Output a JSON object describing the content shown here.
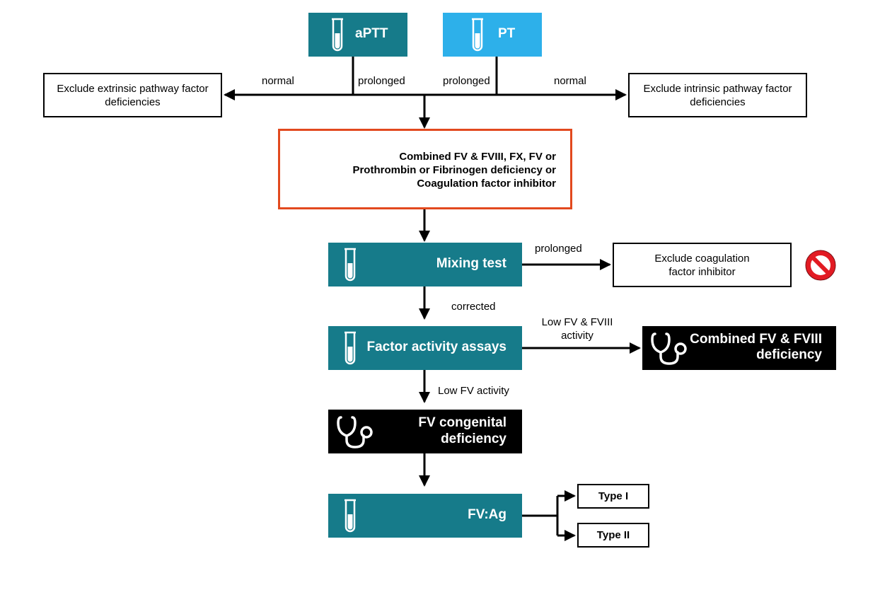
{
  "tests": {
    "aptt": "aPTT",
    "pt": "PT",
    "mixing": "Mixing test",
    "factor": "Factor activity assays",
    "fvag": "FV:Ag"
  },
  "exclude": {
    "extrinsic": "Exclude extrinsic pathway factor deficiencies",
    "intrinsic": "Exclude intrinsic pathway factor deficiencies",
    "inhibitor": "Exclude coagulation factor inhibitor"
  },
  "differential": {
    "line1": "Combined FV & FVIII, FX, FV or",
    "line2": "Prothrombin or Fibrinogen deficiency or",
    "line3": "Coagulation factor inhibitor"
  },
  "diagnoses": {
    "combined_line1": "Combined FV & FVIII",
    "combined_line2": "deficiency",
    "fv_line1": "FV congenital",
    "fv_line2": "deficiency",
    "type1": "Type I",
    "type2": "Type II"
  },
  "edges": {
    "normal_left": "normal",
    "prolonged_aptt": "prolonged",
    "prolonged_pt": "prolonged",
    "normal_right": "normal",
    "mixing_prolonged": "prolonged",
    "mixing_corrected": "corrected",
    "low_fv_fviii_1": "Low FV & FVIII",
    "low_fv_fviii_2": "activity",
    "low_fv": "Low FV activity"
  },
  "icons": {
    "test_tube": "test-tube-icon",
    "stethoscope": "stethoscope-icon",
    "prohibited": "prohibited-icon"
  },
  "colors": {
    "teal": "#167b8a",
    "cyan": "#2db0ea",
    "orange_border": "#e2491e",
    "black": "#000000",
    "prohibited_red": "#e21b23"
  }
}
